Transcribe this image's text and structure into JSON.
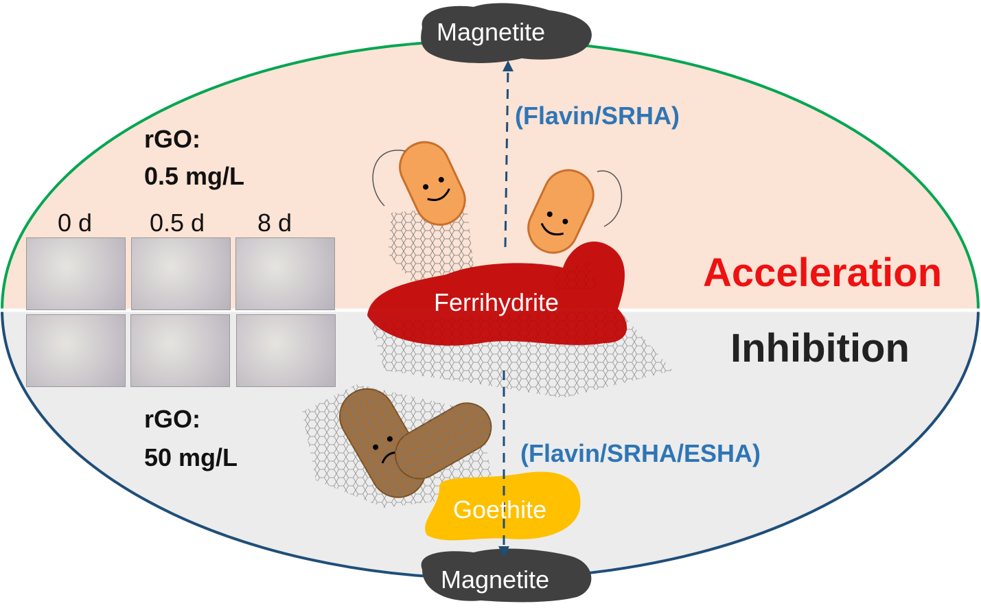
{
  "top": {
    "rgo_label": "rGO:",
    "rgo_conc": "0.5 mg/L",
    "effect": "Acceleration",
    "mediators": "(Flavin/SRHA)",
    "product": "Magnetite"
  },
  "bottom": {
    "rgo_label": "rGO:",
    "rgo_conc": "50 mg/L",
    "effect": "Inhibition",
    "mediators": "(Flavin/SRHA/ESHA)",
    "product": "Magnetite"
  },
  "days": [
    "0 d",
    "0.5 d",
    "8 d"
  ],
  "center": {
    "ferrihydrite": "Ferrihydrite",
    "goethite": "Goethite"
  },
  "colors": {
    "top_fill": "#fbe3d5",
    "bottom_fill": "#ececec",
    "top_border": "#00a651",
    "bottom_border": "#1f4e79",
    "ferrihydrite": "#c00000",
    "goethite": "#ffc000",
    "magnetite": "#404040",
    "bacteria_active": "#f6a35a",
    "bacteria_inhibited": "#a0703f"
  }
}
